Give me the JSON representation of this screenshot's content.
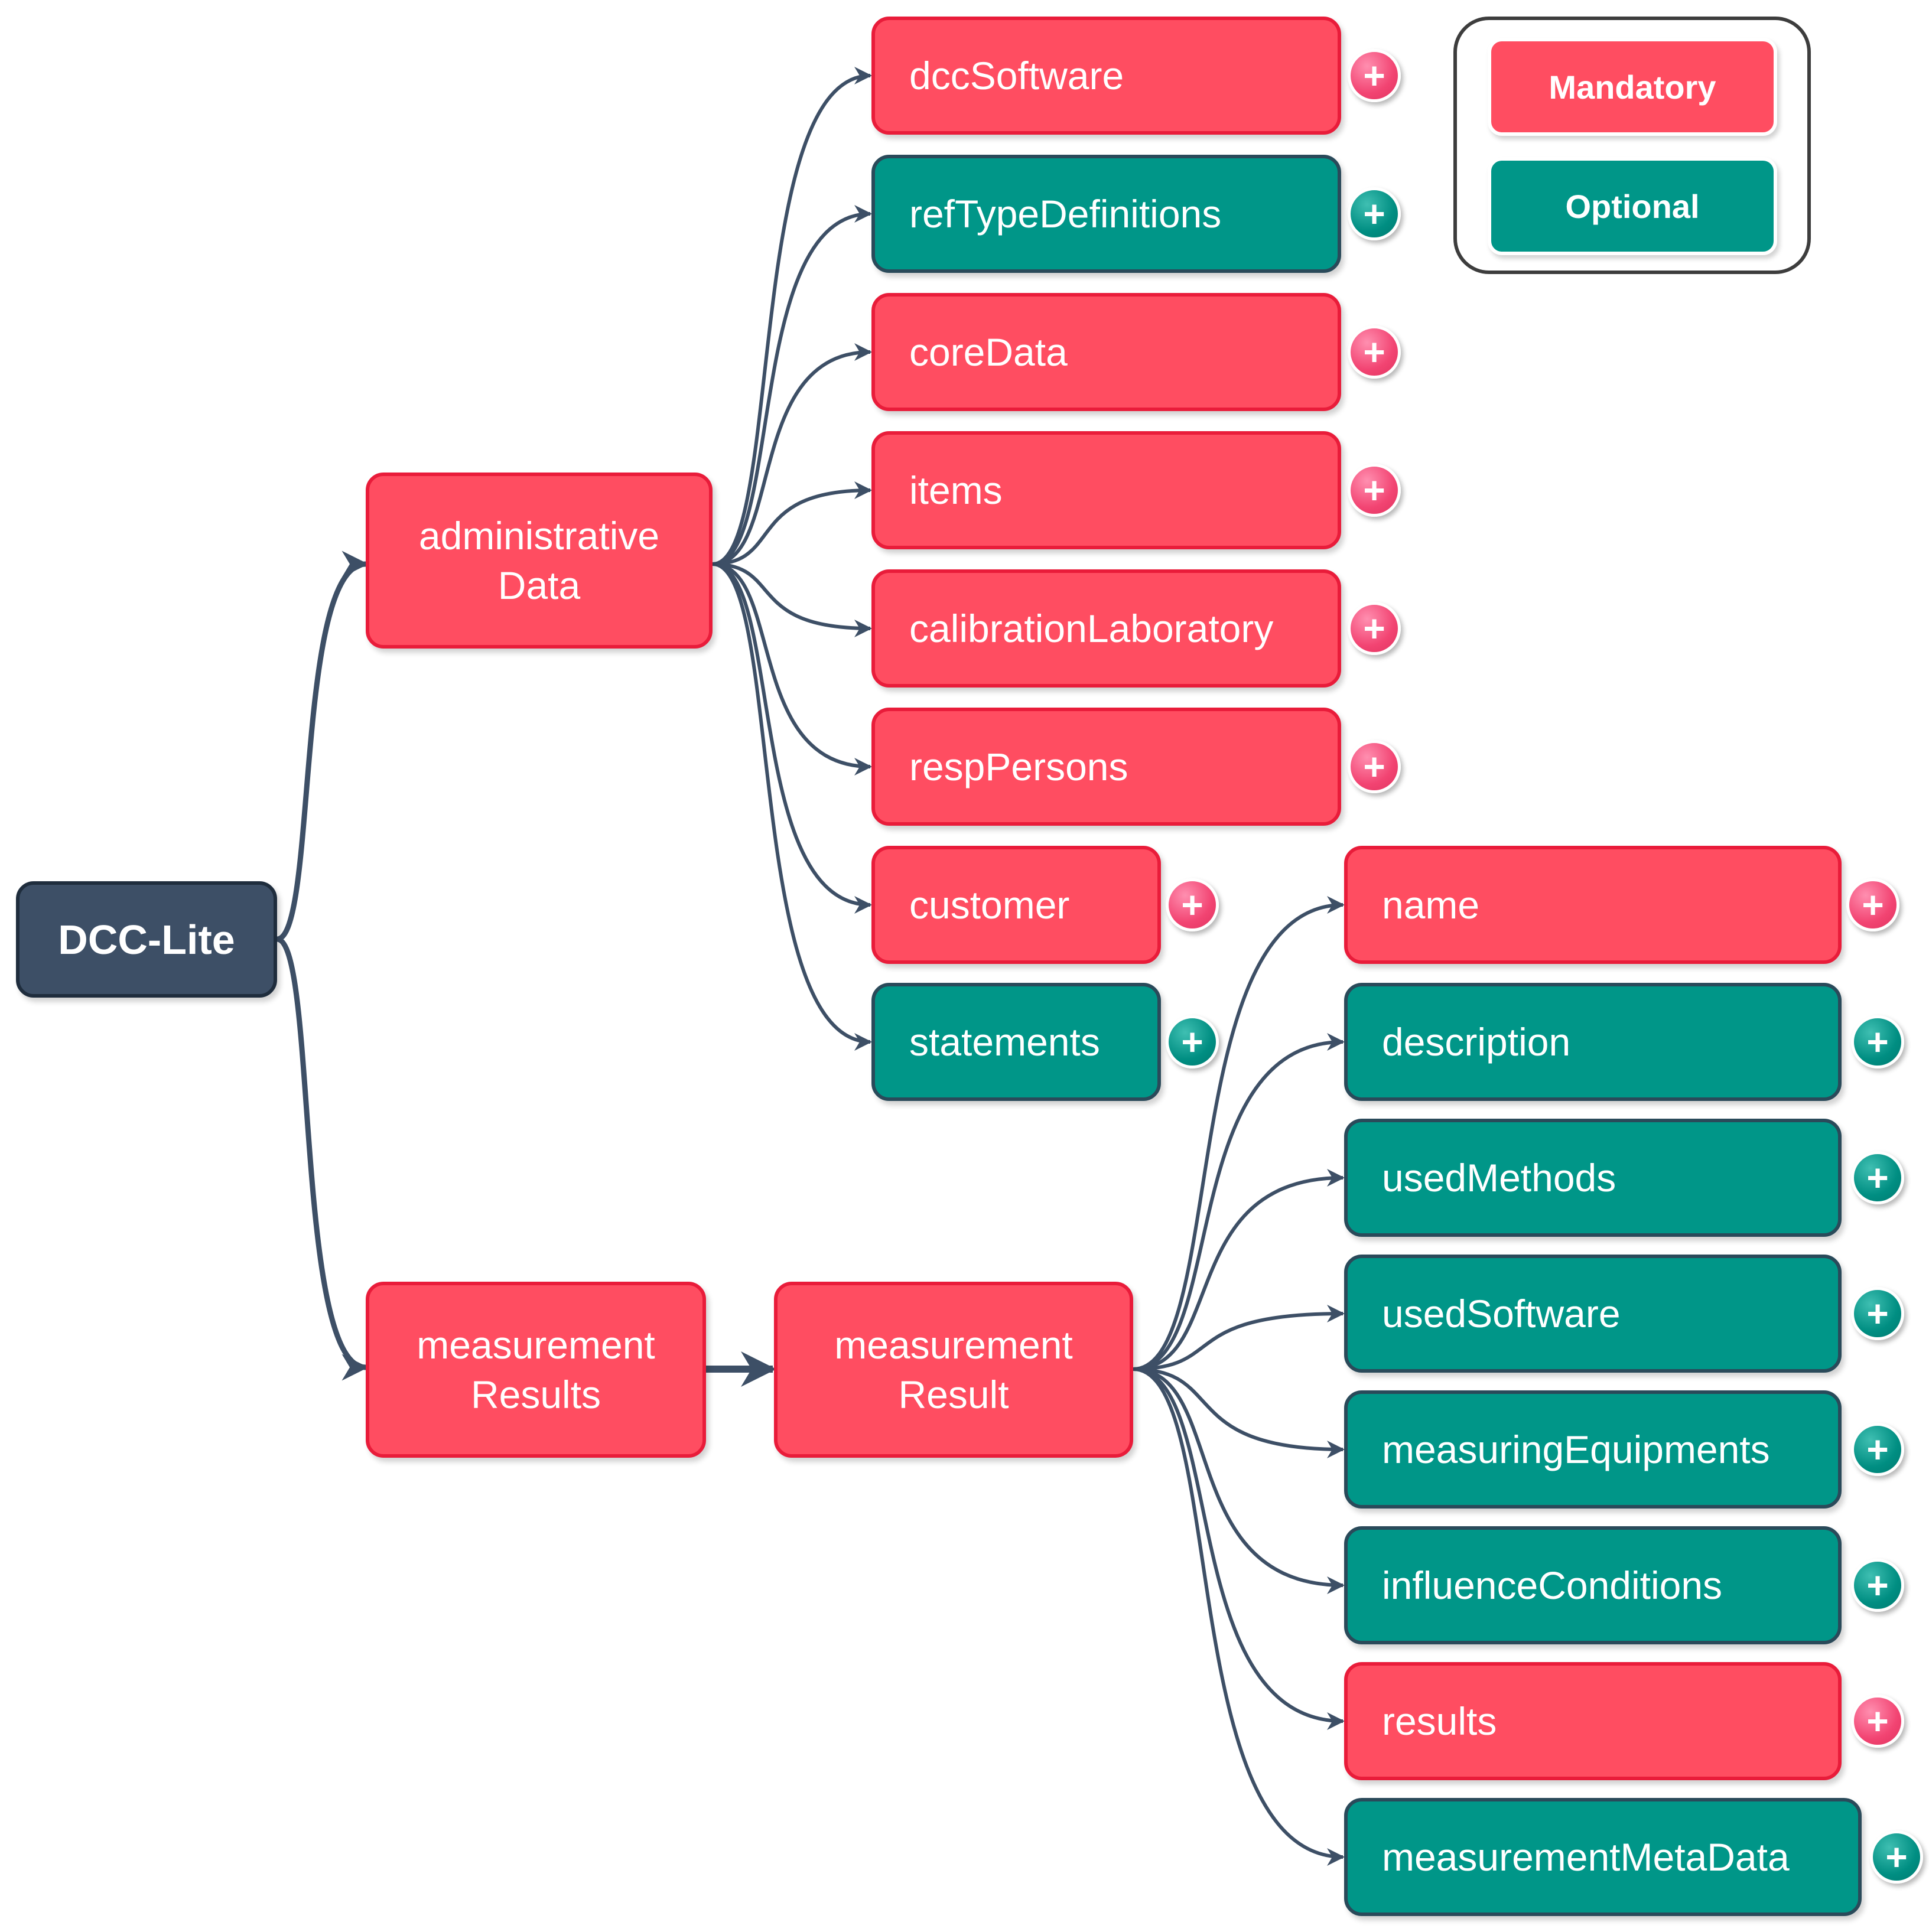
{
  "root": {
    "label": "DCC-Lite"
  },
  "administrative": {
    "label": "administrative\nData"
  },
  "admin_children": [
    {
      "label": "dccSoftware",
      "type": "mandatory"
    },
    {
      "label": "refTypeDefinitions",
      "type": "optional"
    },
    {
      "label": "coreData",
      "type": "mandatory"
    },
    {
      "label": "items",
      "type": "mandatory"
    },
    {
      "label": "calibrationLaboratory",
      "type": "mandatory"
    },
    {
      "label": "respPersons",
      "type": "mandatory"
    },
    {
      "label": "customer",
      "type": "mandatory"
    },
    {
      "label": "statements",
      "type": "optional"
    }
  ],
  "measurement_results": {
    "label": "measurement\nResults"
  },
  "measurement_result": {
    "label": "measurement\nResult"
  },
  "result_children": [
    {
      "label": "name",
      "type": "mandatory"
    },
    {
      "label": "description",
      "type": "optional"
    },
    {
      "label": "usedMethods",
      "type": "optional"
    },
    {
      "label": "usedSoftware",
      "type": "optional"
    },
    {
      "label": "measuringEquipments",
      "type": "optional"
    },
    {
      "label": "influenceConditions",
      "type": "optional"
    },
    {
      "label": "results",
      "type": "mandatory"
    },
    {
      "label": "measurementMetaData",
      "type": "optional"
    }
  ],
  "legend": {
    "mandatory": "Mandatory",
    "optional": "Optional"
  },
  "expand_symbol": "+",
  "colors": {
    "mandatory_fill": "#ff4d61",
    "optional_fill": "#009688",
    "root_fill": "#3d4f66",
    "connector": "#3d4f66"
  }
}
